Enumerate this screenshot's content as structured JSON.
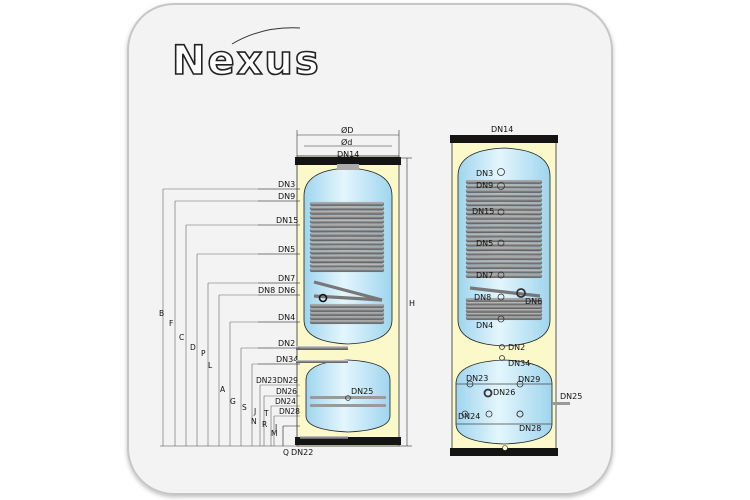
{
  "brand": {
    "name": "Nexus"
  },
  "left_view": {
    "outer_diameter": "ØD",
    "inner_diameter": "Ød",
    "top_port": "DN14",
    "bottom_port": "DN22",
    "height": "H",
    "ports": [
      {
        "id": "p3",
        "label": "DN3"
      },
      {
        "id": "p9",
        "label": "DN9"
      },
      {
        "id": "p15",
        "label": "DN15"
      },
      {
        "id": "p5",
        "label": "DN5"
      },
      {
        "id": "p7",
        "label": "DN7"
      },
      {
        "id": "p8",
        "label": "DN8"
      },
      {
        "id": "p6",
        "label": "DN6"
      },
      {
        "id": "p4",
        "label": "DN4"
      },
      {
        "id": "p2",
        "label": "DN2"
      },
      {
        "id": "p34",
        "label": "DN34"
      },
      {
        "id": "p23",
        "label": "DN23"
      },
      {
        "id": "p29",
        "label": "DN29"
      },
      {
        "id": "p26",
        "label": "DN26"
      },
      {
        "id": "p24",
        "label": "DN24"
      },
      {
        "id": "p28",
        "label": "DN28"
      },
      {
        "id": "p25",
        "label": "DN25"
      }
    ],
    "dimensions": [
      {
        "id": "B",
        "label": "B"
      },
      {
        "id": "F",
        "label": "F"
      },
      {
        "id": "C",
        "label": "C"
      },
      {
        "id": "D",
        "label": "D"
      },
      {
        "id": "P",
        "label": "P"
      },
      {
        "id": "L",
        "label": "L"
      },
      {
        "id": "A",
        "label": "A"
      },
      {
        "id": "G",
        "label": "G"
      },
      {
        "id": "S",
        "label": "S"
      },
      {
        "id": "J",
        "label": "J"
      },
      {
        "id": "N",
        "label": "N"
      },
      {
        "id": "T",
        "label": "T"
      },
      {
        "id": "R",
        "label": "R"
      },
      {
        "id": "I",
        "label": "I"
      },
      {
        "id": "M",
        "label": "M"
      },
      {
        "id": "Q",
        "label": "Q"
      }
    ]
  },
  "right_view": {
    "top_port": "DN14",
    "ports": [
      {
        "id": "r3",
        "label": "DN3"
      },
      {
        "id": "r9",
        "label": "DN9"
      },
      {
        "id": "r15",
        "label": "DN15"
      },
      {
        "id": "r5",
        "label": "DN5"
      },
      {
        "id": "r7",
        "label": "DN7"
      },
      {
        "id": "r8",
        "label": "DN8"
      },
      {
        "id": "r6",
        "label": "DN6"
      },
      {
        "id": "r4",
        "label": "DN4"
      },
      {
        "id": "r2",
        "label": "DN2"
      },
      {
        "id": "r34",
        "label": "DN34"
      },
      {
        "id": "r23",
        "label": "DN23"
      },
      {
        "id": "r29",
        "label": "DN29"
      },
      {
        "id": "r26",
        "label": "DN26"
      },
      {
        "id": "r25",
        "label": "DN25"
      },
      {
        "id": "r24",
        "label": "DN24"
      },
      {
        "id": "r28",
        "label": "DN28"
      }
    ]
  },
  "colors": {
    "card_bg": "#f2f2f2",
    "card_border": "#bdbdbd",
    "tank_bg": "#fbf8c9",
    "vessel": "#bfe7f7",
    "coil": "#8e8e8e",
    "cap": "#141414"
  }
}
